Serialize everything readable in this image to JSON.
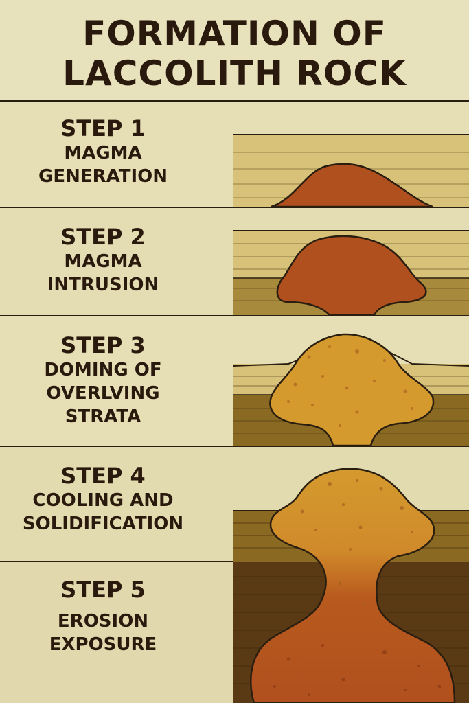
{
  "title": {
    "line1": "FORMATION OF",
    "line2": "LACCOLITH ROCK"
  },
  "steps": [
    {
      "number": "STEP 1",
      "lines": [
        "MAGMA",
        "GENERATION"
      ]
    },
    {
      "number": "STEP 2",
      "lines": [
        "MAGMA",
        "INTRUSION"
      ]
    },
    {
      "number": "STEP 3",
      "lines": [
        "DOMING OF",
        "OVERLVING",
        "STRATA"
      ]
    },
    {
      "number": "STEP 4",
      "lines": [
        "COOLING AND",
        "SOLIDIFICATION"
      ]
    },
    {
      "number": "STEP 5",
      "lines": [
        "EROSION",
        "EXPOSURE"
      ]
    }
  ],
  "colors": {
    "background": "#e4ddb4",
    "outline": "#2a1e10",
    "magma_hot": "#b0501e",
    "magma_cool": "#d49a2e",
    "strata_light": "#d8c27a",
    "strata_dark": "#8a6a22",
    "strata_deep": "#5a3a14"
  }
}
